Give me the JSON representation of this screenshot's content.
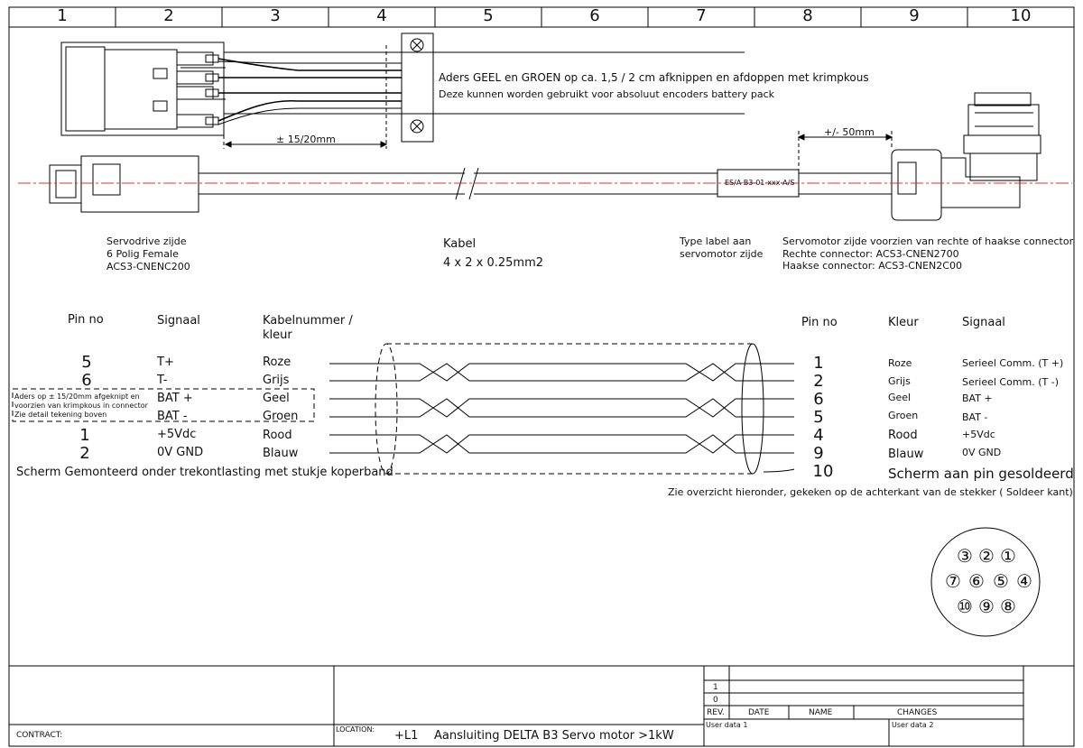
{
  "grid": {
    "columns": [
      "1",
      "2",
      "3",
      "4",
      "5",
      "6",
      "7",
      "8",
      "9",
      "10"
    ]
  },
  "top_note": {
    "line1": "Aders GEEL en GROEN op ca. 1,5 / 2 cm afknippen en afdoppen met krimpkous",
    "line2": "Deze kunnen worden gebruikt voor absoluut encoders battery pack"
  },
  "dims": {
    "strip": "± 15/20mm",
    "label_offset": "+/- 50mm"
  },
  "cable_label": "ES/A-B3-01-xxx-A/S",
  "servodrive": {
    "line1": "Servodrive zijde",
    "line2": "6 Polig Female",
    "line3": "ACS3-CNENC200"
  },
  "kabel": {
    "title": "Kabel",
    "spec": "4 x 2 x 0.25mm2"
  },
  "type_label": {
    "line1": "Type label aan",
    "line2": "servomotor zijde"
  },
  "servomotor": {
    "line1": "Servomotor zijde voorzien van rechte of haakse connector",
    "line2": "Rechte connector: ACS3-CNEN2700",
    "line3": "Haakse connector: ACS3-CNEN2C00"
  },
  "left_headers": {
    "pin": "Pin no",
    "signal": "Signaal",
    "cable": "Kabelnummer /",
    "cable2": "kleur"
  },
  "right_headers": {
    "pin": "Pin no",
    "color": "Kleur",
    "signal": "Signaal"
  },
  "left_rows": [
    {
      "pin": "5",
      "signal": "T+",
      "color": "Roze"
    },
    {
      "pin": "6",
      "signal": "T-",
      "color": "Grijs"
    },
    {
      "pin": "",
      "signal": "BAT +",
      "color": "Geel"
    },
    {
      "pin": "",
      "signal": "BAT -",
      "color": "Groen"
    },
    {
      "pin": "1",
      "signal": "+5Vdc",
      "color": "Rood"
    },
    {
      "pin": "2",
      "signal": "0V GND",
      "color": "Blauw"
    }
  ],
  "right_rows": [
    {
      "pin": "1",
      "color": "Roze",
      "signal": "Serieel Comm.  (T +)"
    },
    {
      "pin": "2",
      "color": "Grijs",
      "signal": "Serieel Comm.  (T -)"
    },
    {
      "pin": "6",
      "color": "Geel",
      "signal": "BAT +"
    },
    {
      "pin": "5",
      "color": "Groen",
      "signal": "BAT -"
    },
    {
      "pin": "4",
      "color": "Rood",
      "signal": "+5Vdc"
    },
    {
      "pin": "9",
      "color": "Blauw",
      "signal": "0V GND"
    },
    {
      "pin": "10",
      "color": "",
      "signal": "Scherm aan pin gesoldeerd"
    }
  ],
  "battery_note": {
    "line1": "Aders op ± 15/20mm afgeknipt en",
    "line2": "voorzien van krimpkous in connector",
    "line3": "Zie detail tekening boven"
  },
  "shield_left": "Scherm Gemonteerd onder trekontlasting met stukje koperband",
  "view_note": "Zie overzicht hieronder, gekeken op de achterkant van de stekker ( Soldeer kant)",
  "connector_pins": [
    "③",
    "②",
    "①",
    "⑦",
    "⑥",
    "⑤",
    "④",
    "⑩",
    "⑨",
    "⑧"
  ],
  "title_block": {
    "contract": "CONTRACT:",
    "location": "LOCATION:",
    "location_code": "+L1",
    "description": "Aansluiting DELTA B3 Servo motor >1kW",
    "rev1": "1",
    "rev0": "0",
    "rev": "REV.",
    "date": "DATE",
    "name": "NAME",
    "changes": "CHANGES",
    "user1": "User data 1",
    "user2": "User data 2"
  }
}
